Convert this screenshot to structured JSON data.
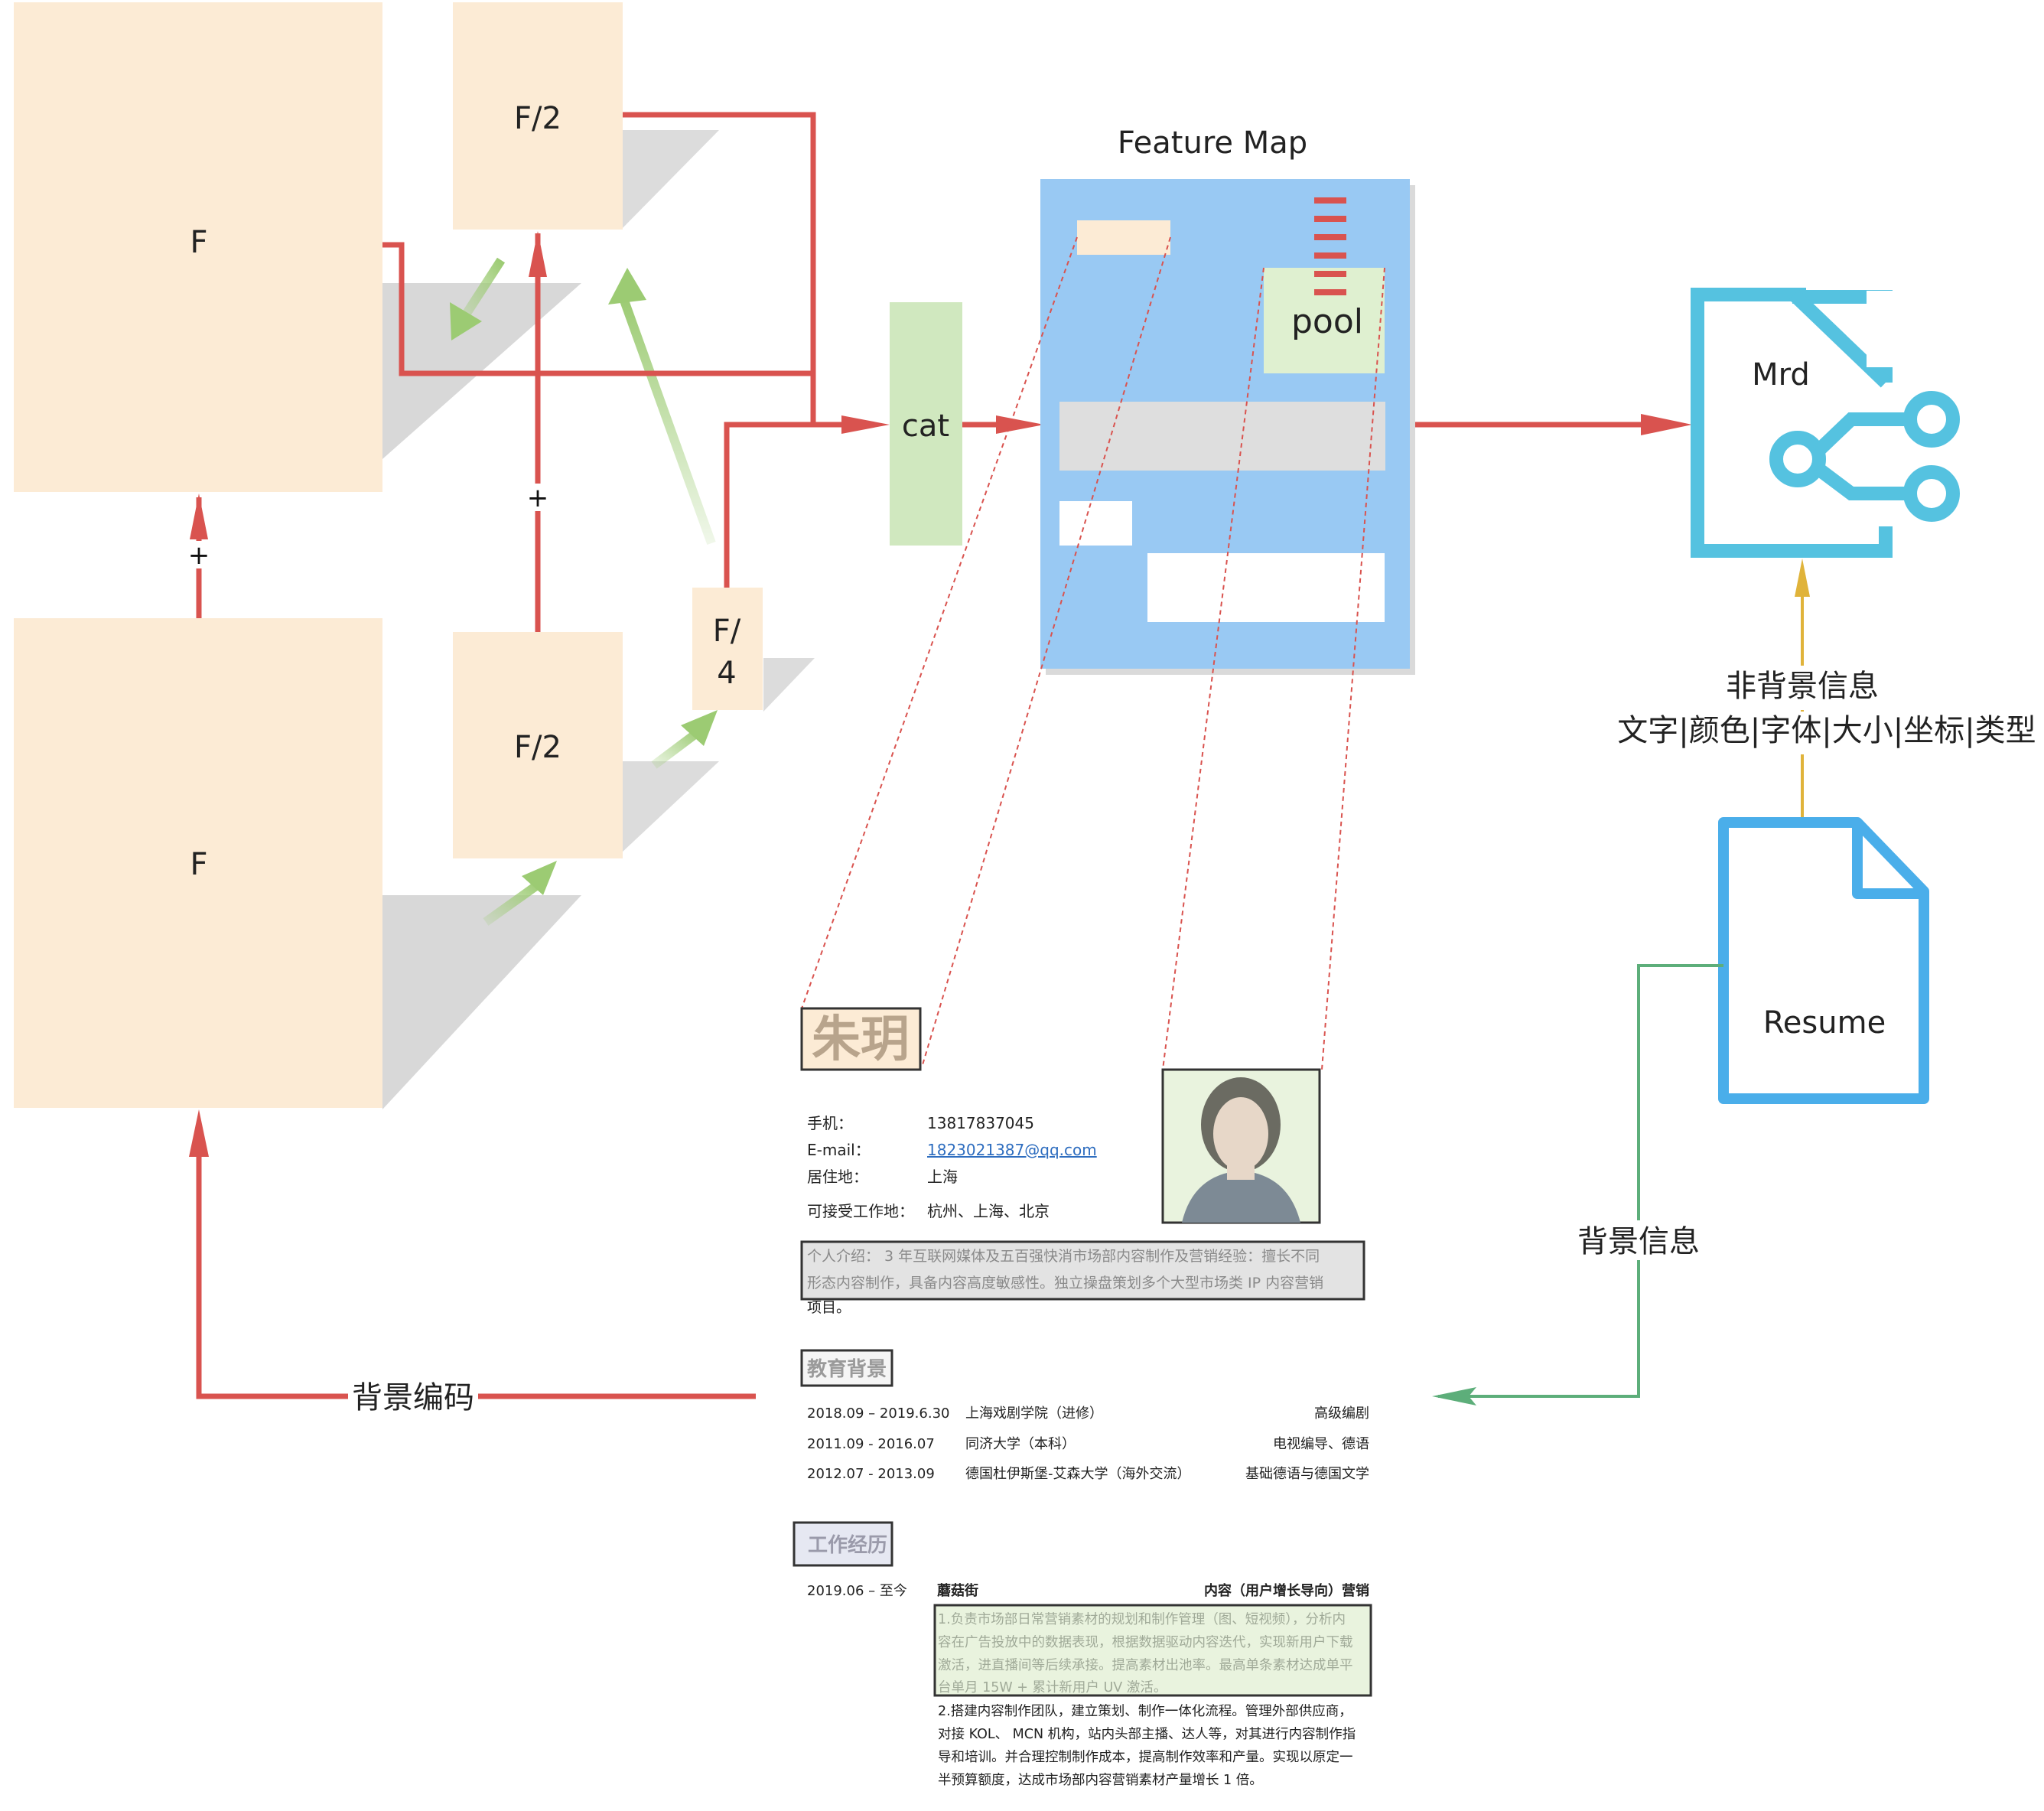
{
  "boxes": {
    "f_top": "F",
    "f_bottom": "F",
    "f2_top": "F/2",
    "f2_bottom": "F/2",
    "f4_line1": "F/",
    "f4_line2": "4",
    "cat": "cat",
    "plus_left": "+",
    "plus_mid": "+"
  },
  "feature_map": {
    "title": "Feature Map",
    "pool": "pool"
  },
  "mrd": {
    "label": "Mrd"
  },
  "resume_icon": {
    "label": "Resume"
  },
  "labels": {
    "non_background_title": "非背景信息",
    "non_background_detail": "文字|颜色|字体|大小|坐标|类型",
    "background_info": "背景信息",
    "background_encoding": "背景编码"
  },
  "resume": {
    "name": "朱玥",
    "contacts": [
      {
        "key": "手机：",
        "value": "13817837045"
      },
      {
        "key": "E-mail：",
        "value": "1823021387@qq.com"
      },
      {
        "key": "居住地：",
        "value": "上海"
      }
    ],
    "work_location": {
      "key": "可接受工作地：",
      "value": "杭州、上海、北京"
    },
    "intro_lines": [
      "个人介绍： 3 年互联网媒体及五百强快消市场部内容制作及营销经验：擅长不同",
      "形态内容制作，具备内容高度敏感性。独立操盘策划多个大型市场类 IP 内容营销",
      "项目。"
    ],
    "education_heading": "教育背景",
    "education": [
      {
        "date": "2018.09 – 2019.6.30",
        "school": "上海戏剧学院（进修）",
        "major": "高级编剧"
      },
      {
        "date": "2011.09 - 2016.07",
        "school": "同济大学（本科）",
        "major": "电视编导、德语"
      },
      {
        "date": "2012.07 - 2013.09",
        "school": "德国杜伊斯堡-艾森大学（海外交流）",
        "major": "基础德语与德国文学"
      }
    ],
    "work_heading": "工作经历",
    "work": {
      "date": "2019.06 – 至今",
      "company": "蘑菇街",
      "role": "内容（用户增长导向）营销",
      "lines": [
        "1.负责市场部日常营销素材的规划和制作管理（图、短视频），分析内",
        "容在广告投放中的数据表现，根据数据驱动内容迭代，实现新用户下载",
        "激活，进直播间等后续承接。提高素材出池率。最高单条素材达成单平",
        "台单月 15W + 累计新用户 UV 激活。",
        "2.搭建内容制作团队，建立策划、制作一体化流程。管理外部供应商，",
        "对接 KOL、 MCN 机构，站内头部主播、达人等，对其进行内容制作指",
        "导和培训。并合理控制制作成本，提高制作效率和产量。实现以原定一",
        "半预算额度，达成市场部内容营销素材产量增长 1 倍。"
      ]
    }
  },
  "colors": {
    "box_fill": "#FCEBD5",
    "shadow": "#D7D7D7",
    "red_arrow": "#D9534F",
    "green_arrow": "#9CCB73",
    "green_line": "#5DAE7A",
    "yellow_arrow": "#E0B33A",
    "feature_map_fill": "#99C9F3",
    "pool_fill": "#DFF0D0",
    "cat_fill": "#D0E8BF",
    "mrd_blue": "#55C2E0",
    "resume_blue": "#4AAEEA"
  }
}
